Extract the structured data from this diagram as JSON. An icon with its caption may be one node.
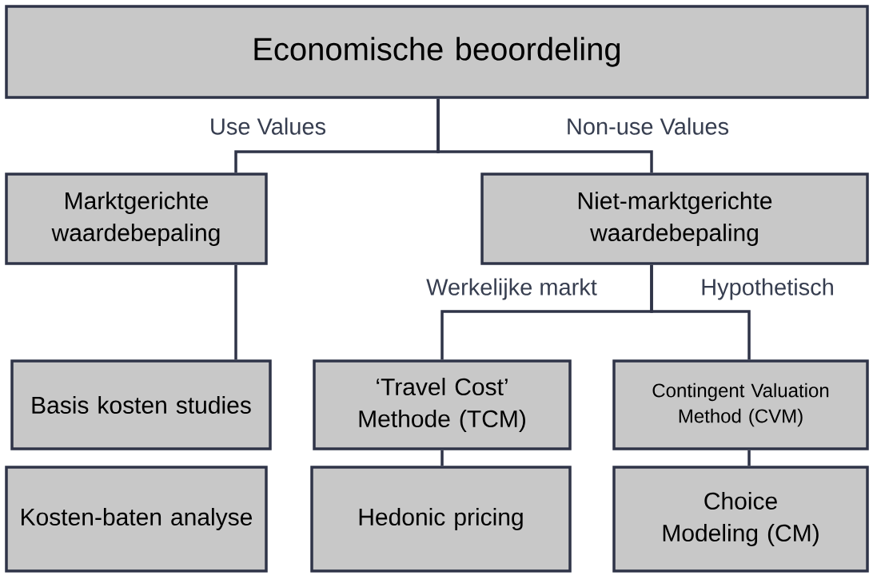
{
  "diagram": {
    "nodes": [
      {
        "text": [
          "Economische beoordeling"
        ]
      },
      {
        "text": [
          "Marktgerichte waardebepaling"
        ]
      },
      {
        "text": [
          "Niet-marktgerichte waardebepaling"
        ]
      },
      {
        "text": [
          "Basis kosten studies"
        ]
      },
      {
        "text": [
          "‘Travel Cost’ Methode (TCM)"
        ]
      },
      {
        "text": [
          "Contingent Valuation Method (CVM)"
        ]
      },
      {
        "text": [
          "Kosten-baten analyse"
        ]
      },
      {
        "text": [
          "Hedonic pricing"
        ]
      },
      {
        "text": [
          "Choice Modeling (CM)"
        ]
      }
    ],
    "edges": [
      {
        "from": 0,
        "to": 1,
        "arrow": "none",
        "label": "Use Values"
      },
      {
        "from": 0,
        "to": 2,
        "arrow": "none",
        "label": "Non-use Values"
      },
      {
        "from": 1,
        "to": 3,
        "arrow": "none"
      },
      {
        "from": 2,
        "to": 4,
        "arrow": "none",
        "label": "Werkelijke markt"
      },
      {
        "from": 2,
        "to": 5,
        "arrow": "none",
        "label": "Hypothetisch"
      },
      {
        "from": 4,
        "to": 7,
        "arrow": "none"
      },
      {
        "from": 5,
        "to": 8,
        "arrow": "none"
      }
    ]
  }
}
